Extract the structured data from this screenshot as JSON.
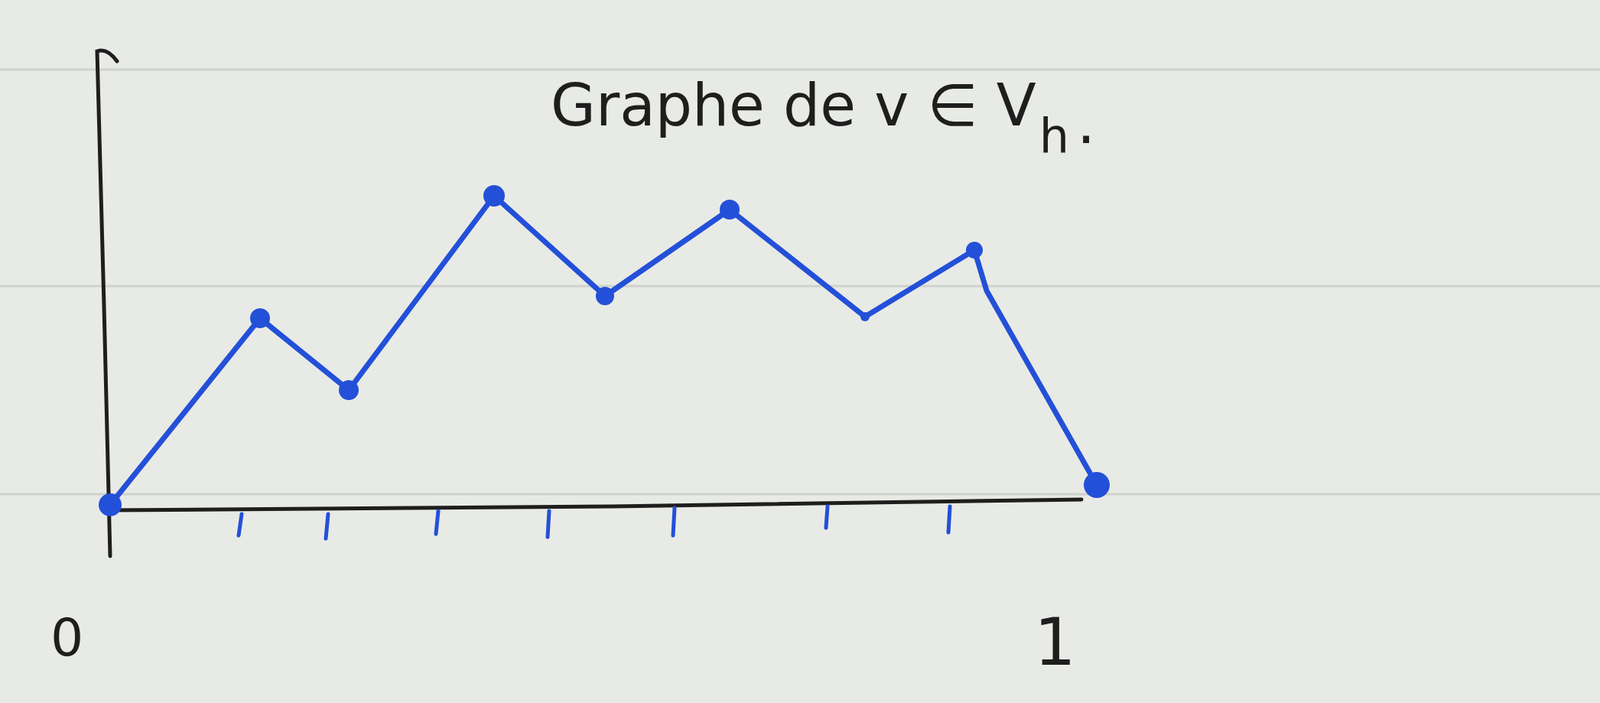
{
  "diagram": {
    "labels": [
      "Graphe de v ∈ V",
      "h",
      ".",
      "0",
      "1"
    ]
  }
}
